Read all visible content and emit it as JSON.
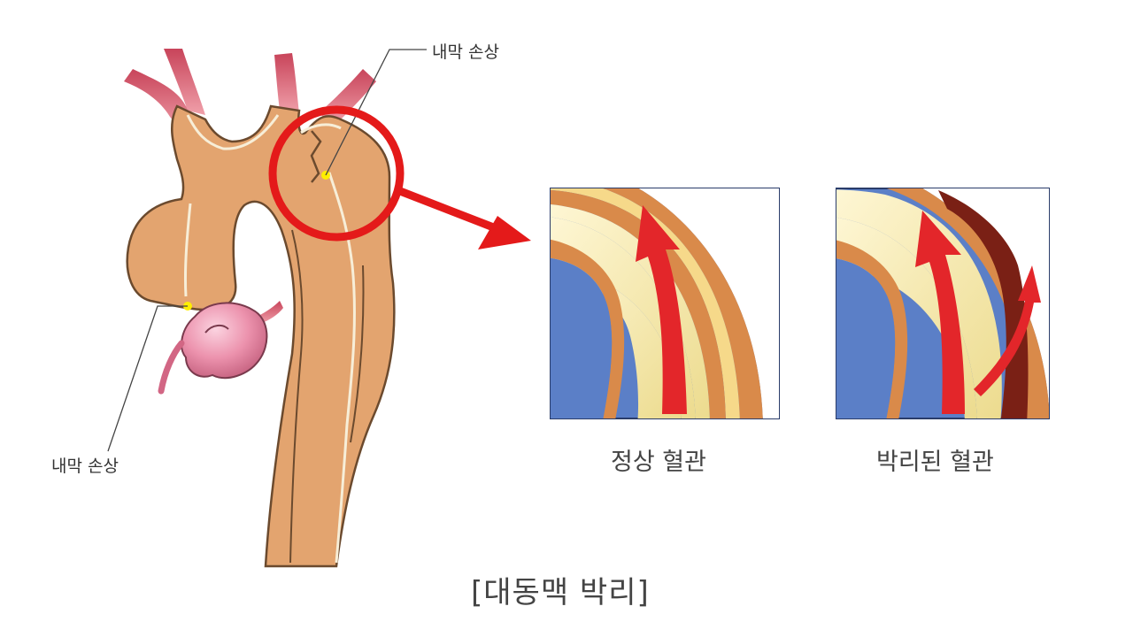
{
  "labels": {
    "intimal_injury_top": "내막 손상",
    "intimal_injury_bottom": "내막 손상",
    "normal_vessel": "정상 혈관",
    "dissected_vessel": "박리된 혈관",
    "title": "[대동맥 박리]"
  },
  "colors": {
    "aorta_fill": "#e3a46f",
    "aorta_outline": "#6b4a2e",
    "lumen_line": "#f7eed8",
    "branch_red": "#d85a6a",
    "heart_pink": "#e88aa6",
    "highlight_circle": "#e41a1a",
    "arrow_red": "#e41a1a",
    "vessel_bg_blue": "#5b7fc7",
    "vessel_wall_orange": "#d98a4a",
    "vessel_lumen_yellow": "#f2e6a4",
    "blood_arrow": "#e3262a",
    "hematoma": "#7a2015",
    "injury_dot": "#ffee00"
  }
}
